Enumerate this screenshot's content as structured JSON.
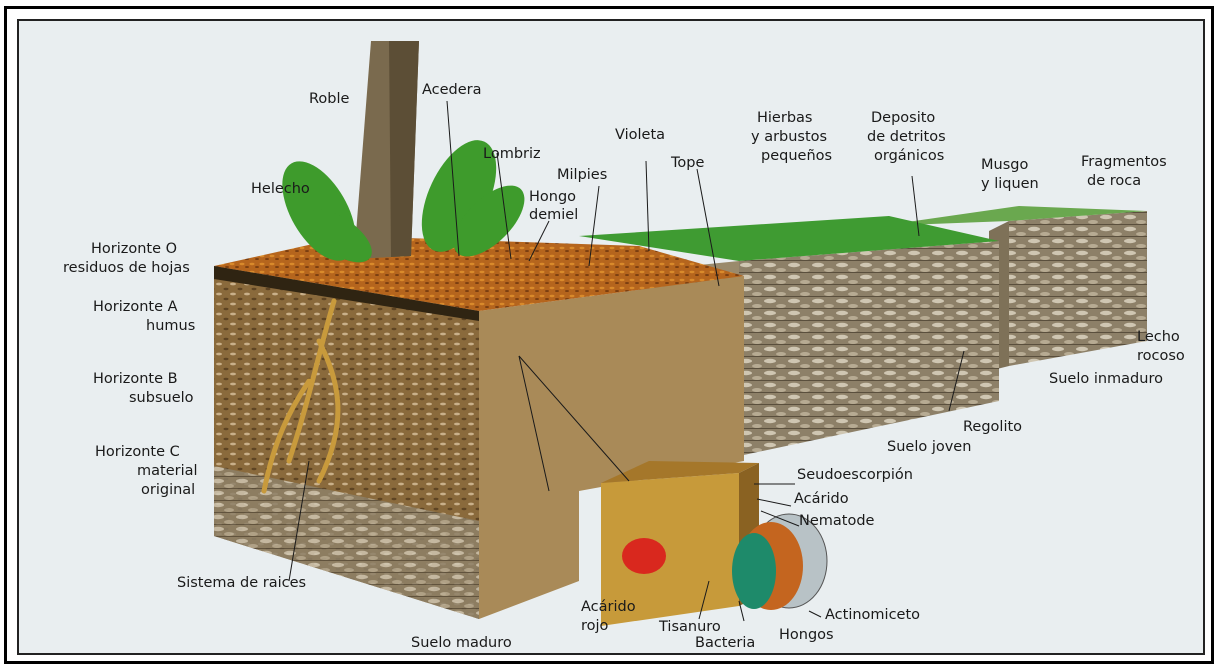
{
  "labels": {
    "roble": "Roble",
    "acedera": "Acedera",
    "helecho": "Helecho",
    "lombriz": "Lombriz",
    "violeta": "Violeta",
    "milpies": "Milpies",
    "tope": "Tope",
    "hongo_1": "Hongo",
    "hongo_2": "demiel",
    "hierbas_1": "Hierbas",
    "hierbas_2": "y arbustos",
    "hierbas_3": "pequeños",
    "deposito_1": "Deposito",
    "deposito_2": "de detritos",
    "deposito_3": "orgánicos",
    "musgo_1": "Musgo",
    "musgo_2": "y liquen",
    "fragmentos_1": "Fragmentos",
    "fragmentos_2": "de roca",
    "hor_o_1": "Horizonte O",
    "hor_o_2": "residuos de hojas",
    "hor_a_1": "Horizonte A",
    "hor_a_2": "humus",
    "hor_b_1": "Horizonte B",
    "hor_b_2": "subsuelo",
    "hor_c_1": "Horizonte C",
    "hor_c_2": "material",
    "hor_c_3": "original",
    "lecho_1": "Lecho",
    "lecho_2": "rocoso",
    "suelo_inmaduro": "Suelo inmaduro",
    "regolito": "Regolito",
    "suelo_joven": "Suelo joven",
    "seudoescorpion": "Seudoescorpión",
    "acarido": "Acárido",
    "nematode": "Nematode",
    "sistema_raices": "Sistema de raices",
    "actinomiceto": "Actinomiceto",
    "acarido_rojo_1": "Acárido",
    "acarido_rojo_2": "rojo",
    "tisanuro": "Tisanuro",
    "hongos": "Hongos",
    "bacteria": "Bacteria",
    "suelo_maduro": "Suelo maduro"
  }
}
